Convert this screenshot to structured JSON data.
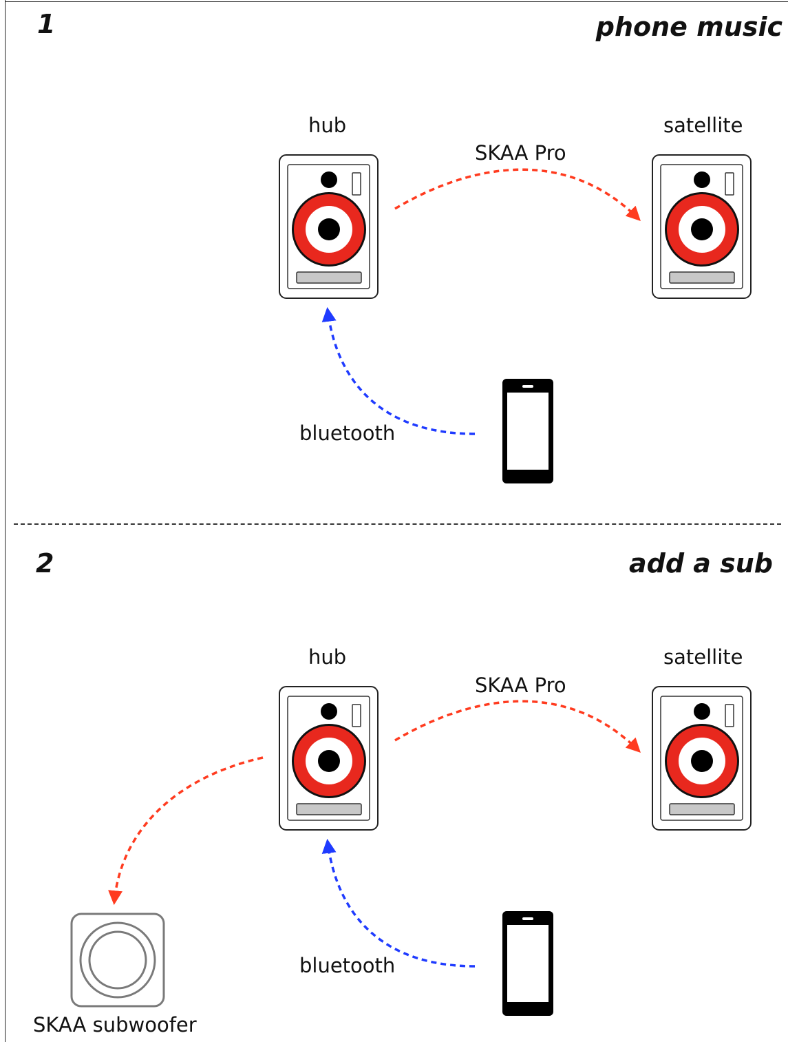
{
  "panel1": {
    "number": "1",
    "heading": "phone music",
    "hub_label": "hub",
    "satellite_label": "satellite",
    "link_label": "SKAA Pro",
    "bluetooth_label": "bluetooth"
  },
  "panel2": {
    "number": "2",
    "heading": "add a sub",
    "hub_label": "hub",
    "satellite_label": "satellite",
    "link_label": "SKAA Pro",
    "bluetooth_label": "bluetooth",
    "subwoofer_label": "SKAA subwoofer"
  },
  "colors": {
    "skaa_arrow": "#ff3b1f",
    "bluetooth_arrow": "#1f3bff",
    "woofer_ring": "#e8281e"
  },
  "icons": [
    "speaker-icon",
    "phone-icon",
    "subwoofer-icon"
  ]
}
